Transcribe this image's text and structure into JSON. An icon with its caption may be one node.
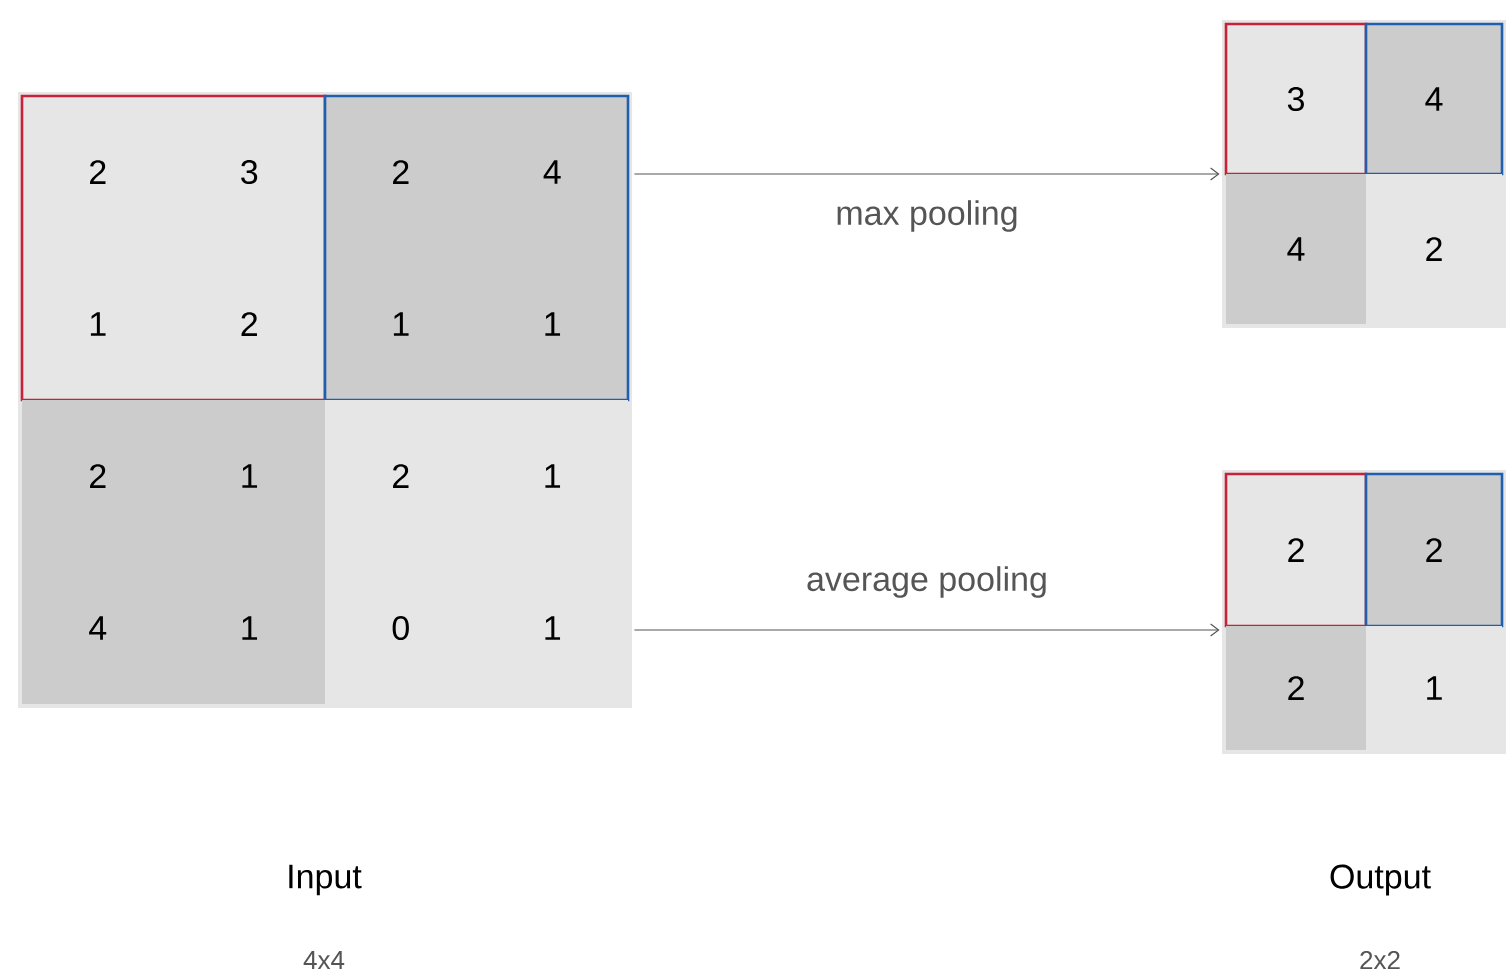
{
  "diagram": {
    "nodes": [
      {
        "text": [],
        "shape": "box",
        "beside": [
          "Input",
          "4x4"
        ]
      },
      {
        "text": [
          "2",
          "3",
          "1",
          "2"
        ],
        "in": 0
      },
      {
        "text": [
          "2",
          "4",
          "1",
          "1"
        ],
        "in": 0
      },
      {
        "text": [
          "2",
          "1",
          "4",
          "1"
        ],
        "in": 0
      },
      {
        "text": [
          "2",
          "1",
          "0",
          "1"
        ],
        "in": 0
      },
      {
        "text": [],
        "shape": "box"
      },
      {
        "text": [
          "3"
        ],
        "in": 5
      },
      {
        "text": [
          "4"
        ],
        "in": 5
      },
      {
        "text": [
          "4"
        ],
        "in": 5
      },
      {
        "text": [
          "2"
        ],
        "in": 5
      },
      {
        "text": [],
        "shape": "box",
        "beside": [
          "Output",
          "2x2"
        ]
      },
      {
        "text": [
          "2"
        ],
        "in": 10
      },
      {
        "text": [
          "2"
        ],
        "in": 10
      },
      {
        "text": [
          "2"
        ],
        "in": 10
      },
      {
        "text": [
          "1"
        ],
        "in": 10
      }
    ],
    "edges": [
      {
        "from": 0,
        "to": 5,
        "arrow": "to",
        "label": "max pooling"
      },
      {
        "from": 0,
        "to": 10,
        "arrow": "to",
        "label": "average pooling"
      }
    ]
  }
}
